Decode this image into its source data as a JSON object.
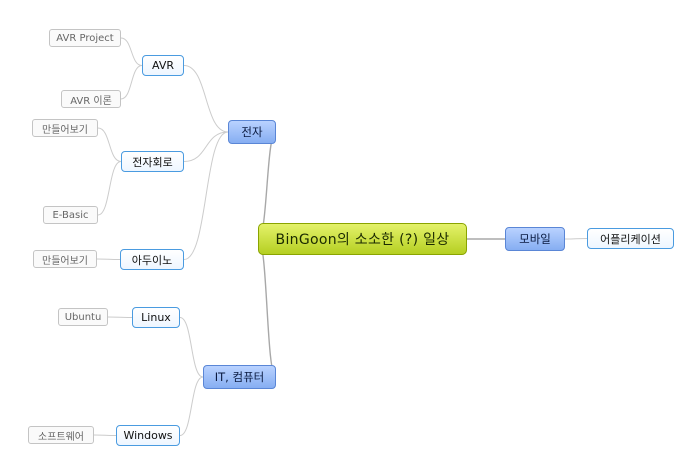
{
  "colors": {
    "link": "#cccccc",
    "root_link": "#a8a8a8"
  },
  "diagram": {
    "root": "BinGoon의  소소한 (?) 일상",
    "electronics": {
      "label": "전자",
      "avr": {
        "label": "AVR",
        "project": "AVR Project",
        "theory": "AVR 이론"
      },
      "circuit": {
        "label": "전자회로",
        "make": "만들어보기",
        "ebasic": "E-Basic"
      },
      "arduino": {
        "label": "아두이노",
        "make": "만들어보기"
      }
    },
    "mobile": {
      "label": "모바일",
      "app": "어플리케이션"
    },
    "it": {
      "label": "IT, 컴퓨터",
      "linux": {
        "label": "Linux",
        "ubuntu": "Ubuntu"
      },
      "windows": {
        "label": "Windows",
        "software": "소프트웨어"
      }
    }
  }
}
